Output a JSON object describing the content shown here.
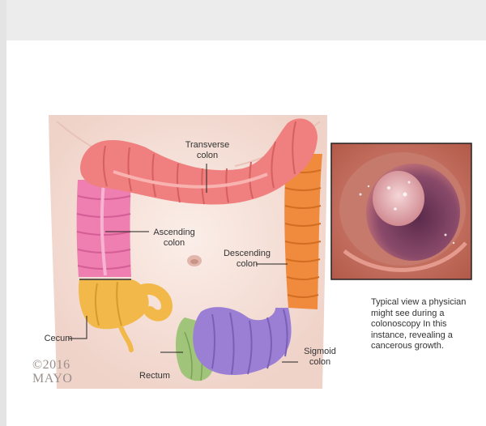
{
  "labels": {
    "transverse": "Transverse\ncolon",
    "ascending": "Ascending\ncolon",
    "descending": "Descending\ncolon",
    "cecum": "Cecum",
    "rectum": "Rectum",
    "sigmoid": "Sigmoid\ncolon"
  },
  "copyright": {
    "year": "©2016",
    "org": "MAYO"
  },
  "caption": "Typical view a physician might see during a colonoscopy In this instance, revealing a cancerous growth.",
  "colors": {
    "transverse": "#f07f7f",
    "ascending": "#ee7fb0",
    "descending": "#f08a3c",
    "cecum": "#f2b84a",
    "sigmoid": "#9b7fd4",
    "rectum": "#9fc47a",
    "skin": "#f6e3dc"
  }
}
